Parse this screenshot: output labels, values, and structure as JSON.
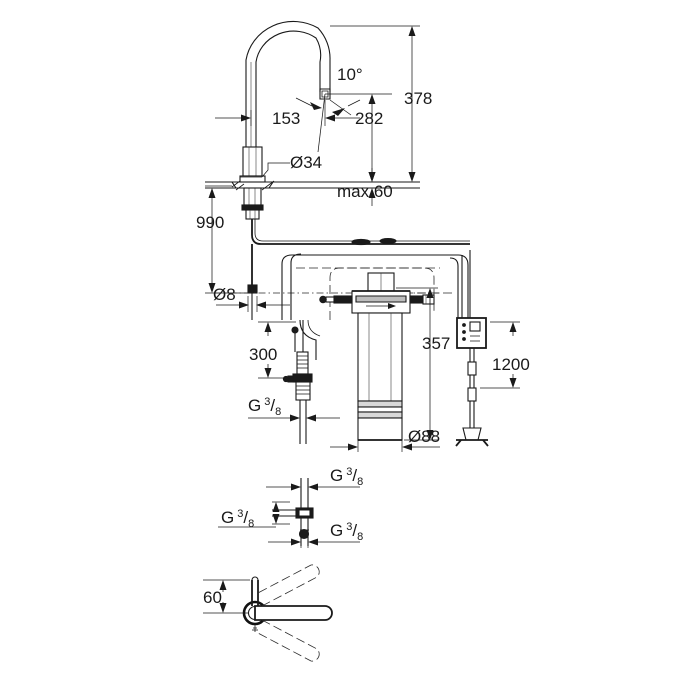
{
  "drawing": {
    "title": "GROHE Blue kitchen faucet installation drawing",
    "line_color": "#1a1a1a",
    "background": "#ffffff"
  },
  "dimensions": {
    "angle_spout": "10°",
    "total_height": "378",
    "spout_height": "282",
    "spout_reach": "153",
    "base_diameter": "Ø34",
    "deck_thickness": "max.60",
    "hose_length": "990",
    "tube_diameter": "Ø8",
    "valve_height": "300",
    "filter_height": "357",
    "filter_diameter": "Ø88",
    "cable_length": "1200",
    "handle_height": "60"
  },
  "threads": {
    "g38_valve": {
      "g": "G",
      "num": "3",
      "den": "8"
    },
    "g38_top": {
      "g": "G",
      "num": "3",
      "den": "8"
    },
    "g38_left": {
      "g": "G",
      "num": "3",
      "den": "8"
    },
    "g38_right": {
      "g": "G",
      "num": "3",
      "den": "8"
    }
  },
  "views": [
    {
      "name": "main-assembly-view"
    },
    {
      "name": "tee-connection-detail-view"
    },
    {
      "name": "handle-rotation-detail-view"
    }
  ]
}
